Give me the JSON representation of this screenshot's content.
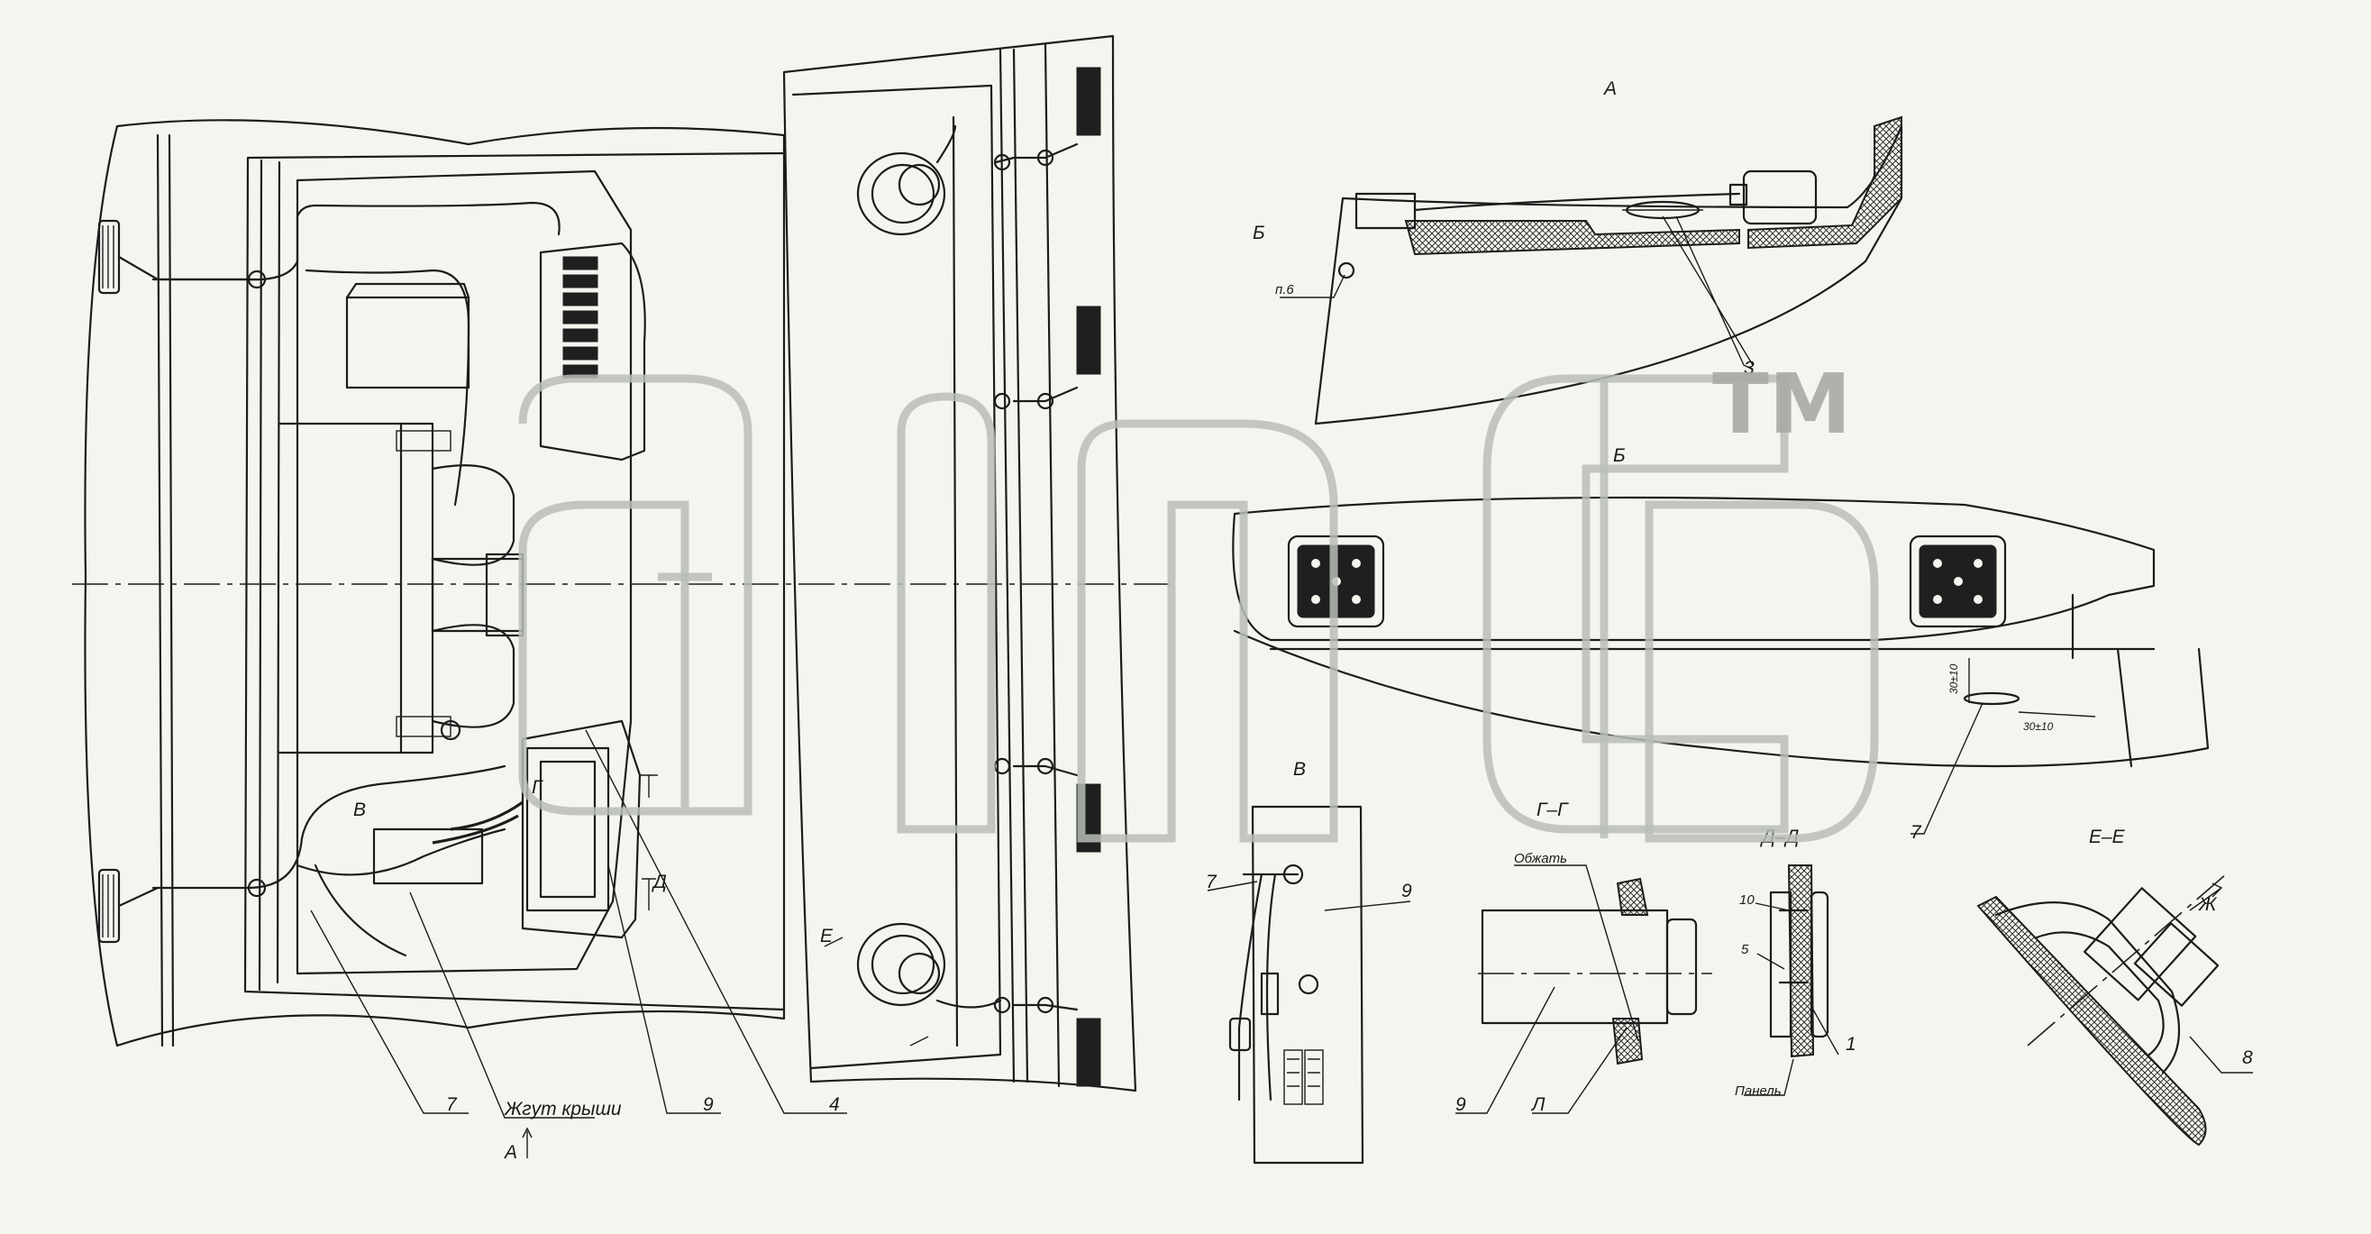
{
  "watermark": {
    "trademark": "TM"
  },
  "main_view": {
    "labels": {
      "p7": "7",
      "harness": "Жгут крыши",
      "p9": "9",
      "p4": "4",
      "view_a": "А",
      "sec_v": "В",
      "sec_g": "Г",
      "sec_d": "Д",
      "sec_e": "Е"
    }
  },
  "view_a": {
    "title": "А",
    "labels": {
      "b": "Б",
      "p6": "п.6",
      "p3": "3"
    }
  },
  "view_b": {
    "title": "Б",
    "labels": {
      "d1": "30±10",
      "d2": "30±10",
      "p7": "7"
    }
  },
  "view_v": {
    "title": "В",
    "labels": {
      "p7": "7",
      "p9": "9"
    }
  },
  "section_gg": {
    "title": "Г–Г",
    "labels": {
      "crimp": "Обжать",
      "p9": "9",
      "l": "Л"
    }
  },
  "section_dd": {
    "title": "Д–Д",
    "labels": {
      "p10": "10",
      "p5": "5",
      "p1": "1",
      "panel": "Панель"
    }
  },
  "section_ee": {
    "title": "Е–Е",
    "labels": {
      "zh": "Ж",
      "p8": "8"
    }
  }
}
